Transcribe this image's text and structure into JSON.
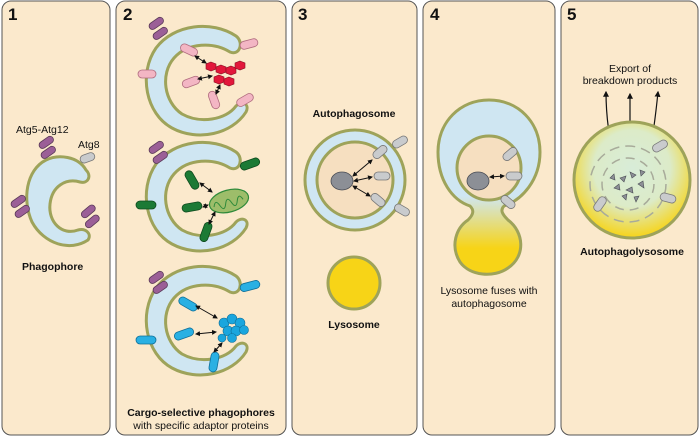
{
  "panels": [
    {
      "number": "1"
    },
    {
      "number": "2"
    },
    {
      "number": "3"
    },
    {
      "number": "4"
    },
    {
      "number": "5"
    }
  ],
  "labels": {
    "atg5_atg12": "Atg5-Atg12",
    "atg8": "Atg8",
    "phagophore": "Phagophore",
    "cargo_title": "Cargo-selective phagophores",
    "cargo_subtitle": "with specific adaptor proteins",
    "autophagosome": "Autophagosome",
    "lysosome": "Lysosome",
    "fuses_line1": "Lysosome fuses with",
    "fuses_line2": "autophagosome",
    "export_line1": "Export of",
    "export_line2": "breakdown products",
    "autophagolysosome": "Autophagolysosome"
  },
  "colors": {
    "panel_bg": "#fbe9cc",
    "membrane_fill": "#cfe6f2",
    "membrane_edge": "#9ea35a",
    "lumen": "#f6dfc0",
    "lysosome": "#f7d417",
    "atg5_atg12": "#9b5f97",
    "atg8": "#c9cbcd",
    "cargo_red": "#e2173b",
    "adaptor_pink": "#f3b6c4",
    "mito_green": "#2f8a3a",
    "adaptor_green": "#1c7a35",
    "cargo_blue": "#1aa6de",
    "adaptor_blue": "#29b0e3"
  }
}
